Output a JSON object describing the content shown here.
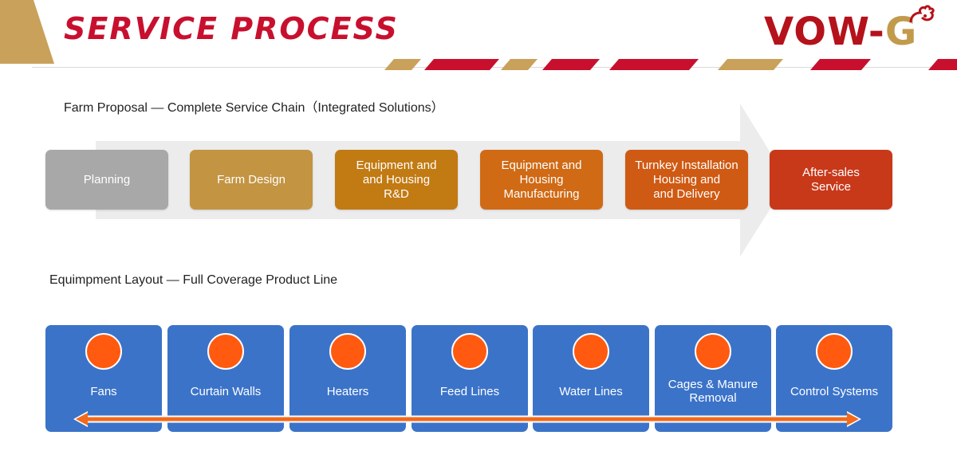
{
  "header": {
    "title": "SERVICE PROCESS",
    "logo_text_main": "VOW-",
    "logo_text_last": "G",
    "colors": {
      "title": "#c8102e",
      "logo_red": "#b5121b",
      "gold": "#c29a4c"
    }
  },
  "service_chain": {
    "label": "Farm Proposal — Complete Service Chain（Integrated Solutions）",
    "steps": [
      {
        "label": "Planning",
        "color": "#a8a8a8"
      },
      {
        "label": "Farm Design",
        "color": "#c39442"
      },
      {
        "label": "Equipment and\nand Housing\nR&D",
        "color": "#c27a13"
      },
      {
        "label": "Equipment and\nHousing\nManufacturing",
        "color": "#d06a15"
      },
      {
        "label": "Turnkey Installation\nHousing and\nand Delivery",
        "color": "#cf5a13"
      },
      {
        "label": "After-sales\nService",
        "color": "#c8391a"
      }
    ]
  },
  "equipment": {
    "label": "Equimpment Layout — Full Coverage Product Line",
    "items": [
      {
        "label": "Fans"
      },
      {
        "label": "Curtain Walls"
      },
      {
        "label": "Heaters"
      },
      {
        "label": "Feed Lines"
      },
      {
        "label": "Water Lines"
      },
      {
        "label": "Cages & Manure\nRemoval"
      },
      {
        "label": "Control Systems"
      }
    ],
    "colors": {
      "card": "#3b73c9",
      "dot": "#ff5a0f",
      "arrow": "#f26a1b"
    }
  }
}
